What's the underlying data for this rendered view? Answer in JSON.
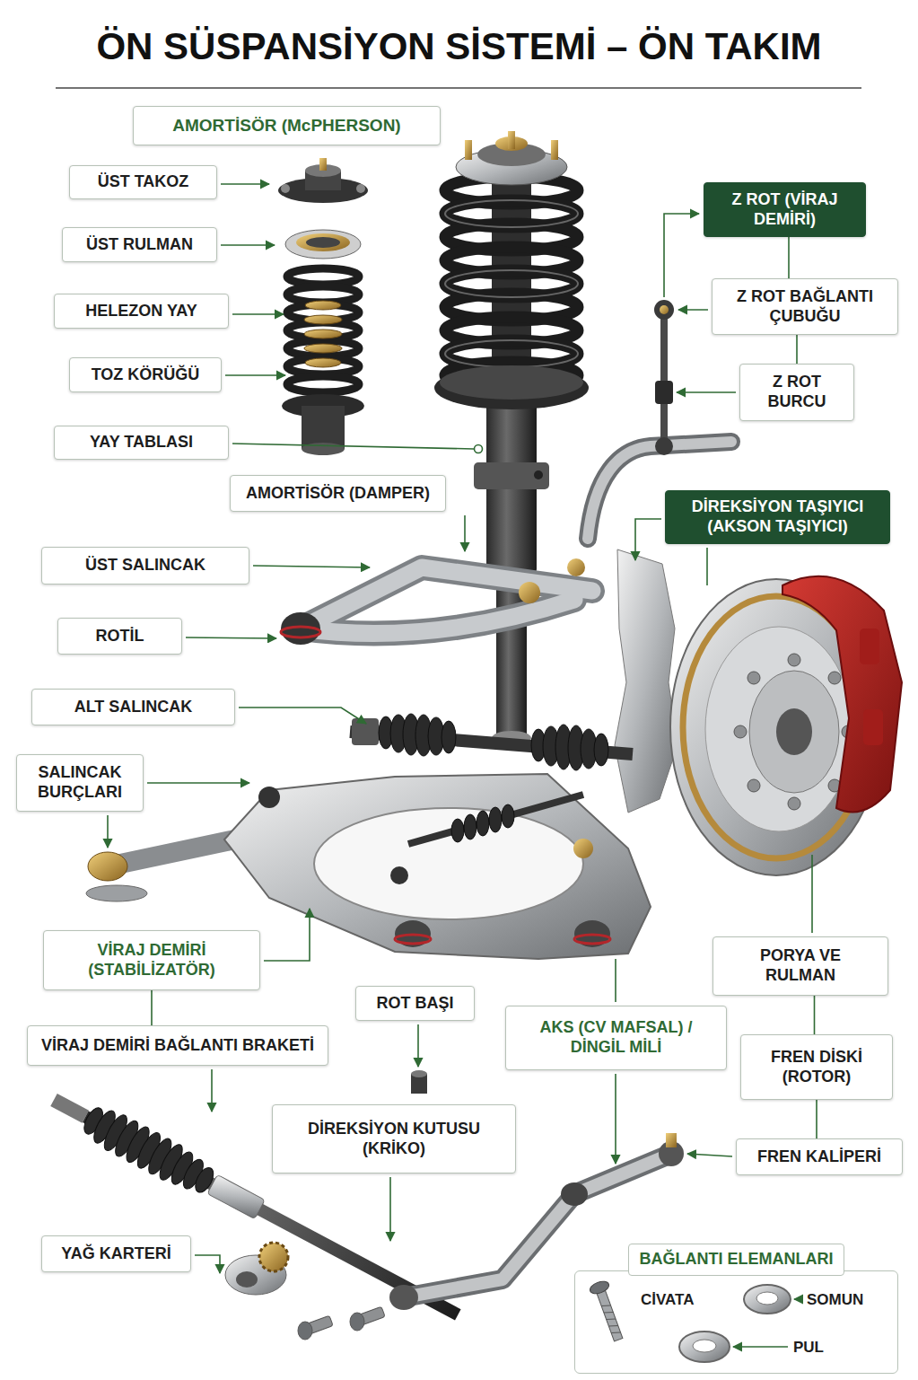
{
  "diagram": {
    "title": "ÖN SÜSPANSİYON SİSTEMİ – ÖN TAKIM",
    "nodes": [
      {
        "text": [
          "AMORTİSÖR (McPHERSON)"
        ]
      },
      {
        "text": [
          "ÜST TAKOZ"
        ]
      },
      {
        "text": [
          "ÜST RULMAN"
        ]
      },
      {
        "text": [
          "HELEZON YAY"
        ]
      },
      {
        "text": [
          "TOZ KÖRÜĞÜ"
        ]
      },
      {
        "text": [
          "YAY TABLASI"
        ]
      },
      {
        "text": [
          "Z ROT (VİRAJ DEMİRİ)"
        ]
      },
      {
        "text": [
          "Z ROT BAĞLANTI ÇUBUĞU"
        ]
      },
      {
        "text": [
          "Z ROT BURCU"
        ]
      },
      {
        "text": [
          "AMORTİSÖR (DAMPER)"
        ]
      },
      {
        "text": [
          "DİREKSİYON TAŞIYICI (AKSON TAŞIYICI)"
        ]
      },
      {
        "text": [
          "ÜST SALINCAK"
        ]
      },
      {
        "text": [
          "ROTİL"
        ]
      },
      {
        "text": [
          "ALT SALINCAK"
        ]
      },
      {
        "text": [
          "SALINCAK BURÇLARI"
        ]
      },
      {
        "text": [
          "VİRAJ DEMİRİ (STABİLİZATÖR)"
        ]
      },
      {
        "text": [
          "PORYA VE RULMAN"
        ]
      },
      {
        "text": [
          "ROT BAŞI"
        ]
      },
      {
        "text": [
          "AKS (CV MAFSAL) / DİNGİL MİLİ"
        ]
      },
      {
        "text": [
          "VİRAJ DEMİRİ BAĞLANTI BRAKETİ"
        ]
      },
      {
        "text": [
          "FREN DİSKİ (ROTOR)"
        ]
      },
      {
        "text": [
          "DİREKSİYON KUTUSU (KRİKO)"
        ]
      },
      {
        "text": [
          "FREN KALİPERİ"
        ]
      },
      {
        "text": [
          "YAĞ KARTERİ"
        ]
      },
      {
        "text": [
          "BAĞLANTI ELEMANLARI",
          "CİVATA",
          "SOMUN",
          "PUL"
        ]
      }
    ],
    "edges": [
      {
        "from": 6,
        "to": 7,
        "arrow": "none"
      },
      {
        "from": 7,
        "to": 8,
        "arrow": "none"
      },
      {
        "from": 15,
        "to": 19,
        "arrow": "none"
      },
      {
        "from": 16,
        "to": 20,
        "arrow": "none"
      },
      {
        "from": 20,
        "to": 22,
        "arrow": "none"
      }
    ]
  }
}
